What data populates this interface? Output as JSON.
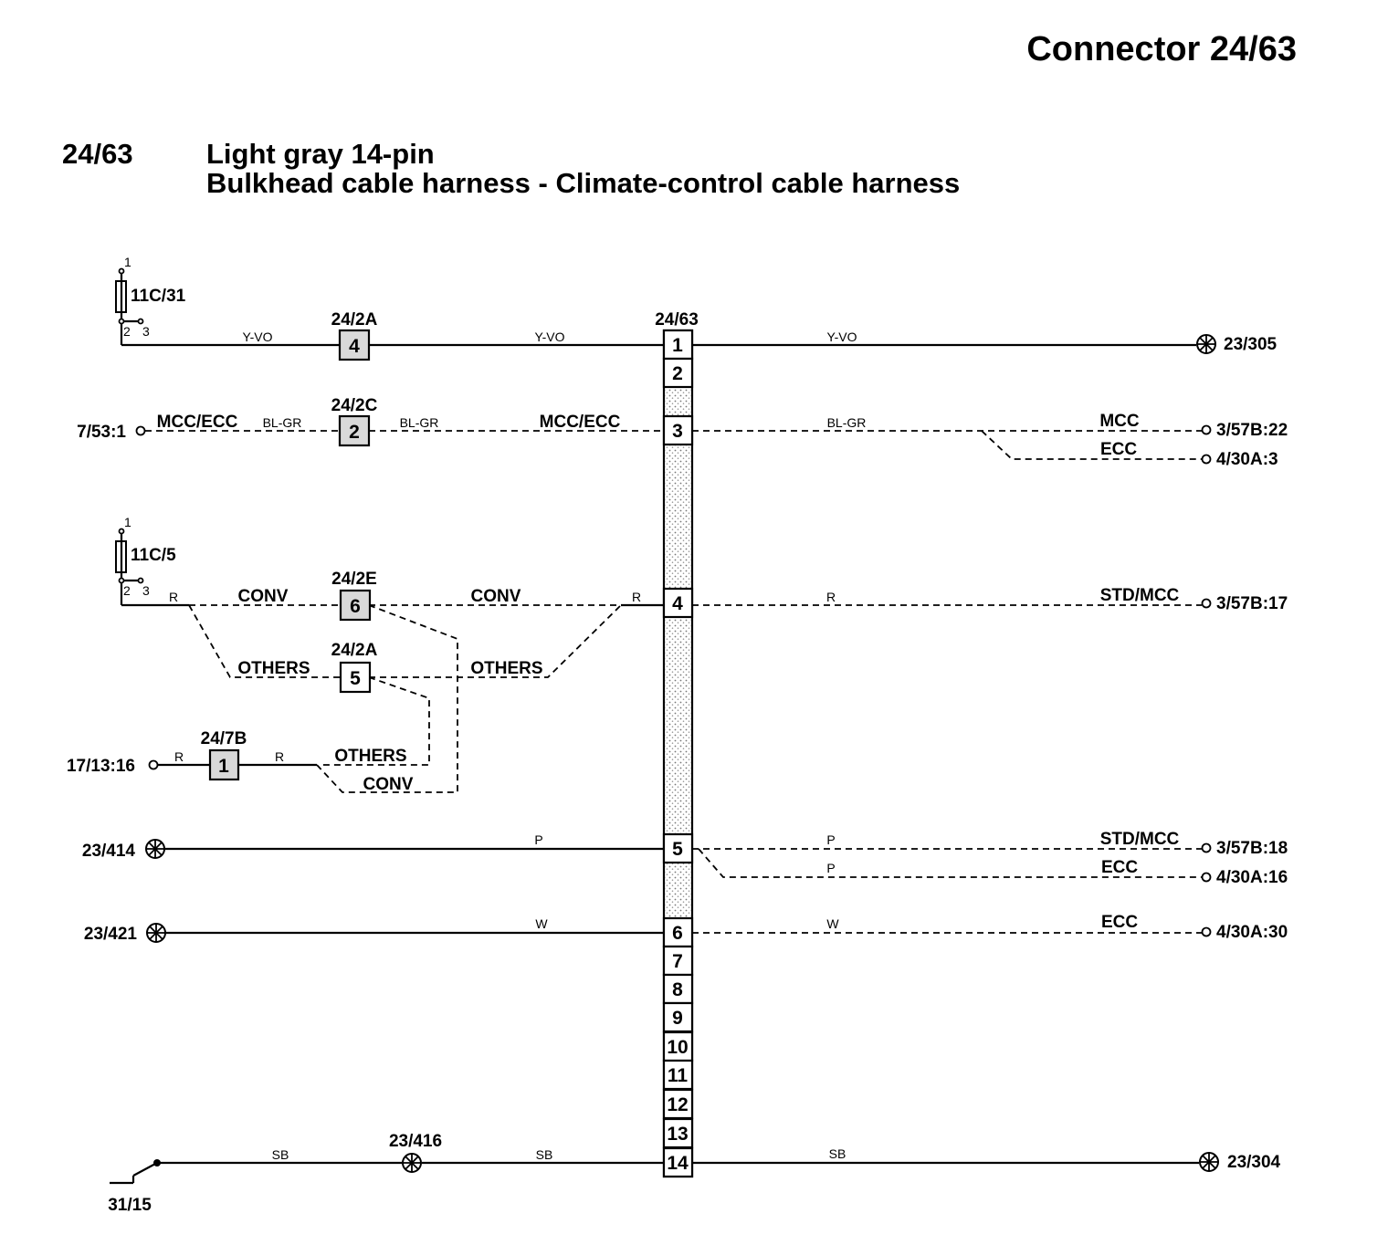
{
  "header": {
    "title": "Connector 24/63",
    "code": "24/63",
    "desc1": "Light gray 14-pin",
    "desc2": "Bulkhead cable harness - Climate-control cable harness"
  },
  "connector": {
    "label": "24/63",
    "pins": [
      "1",
      "2",
      "3",
      "4",
      "5",
      "6",
      "7",
      "8",
      "9",
      "10",
      "11",
      "12",
      "13",
      "14"
    ]
  },
  "fuses": {
    "f1": {
      "label": "11C/31",
      "p1": "1",
      "p2": "2",
      "p3": "3"
    },
    "f2": {
      "label": "11C/5",
      "p1": "1",
      "p2": "2",
      "p3": "3"
    }
  },
  "inline": {
    "c24_2A_top": {
      "label": "24/2A",
      "pin": "4"
    },
    "c24_2C": {
      "label": "24/2C",
      "pin": "2"
    },
    "c24_2E": {
      "label": "24/2E",
      "pin": "6"
    },
    "c24_2A_mid": {
      "label": "24/2A",
      "pin": "5"
    },
    "c24_7B": {
      "label": "24/7B",
      "pin": "1"
    }
  },
  "wire_labels": {
    "yvo": "Y-VO",
    "blgr": "BL-GR",
    "r": "R",
    "p": "P",
    "w": "W",
    "sb": "SB"
  },
  "variants": {
    "mcc_ecc": "MCC/ECC",
    "mcc": "MCC",
    "ecc": "ECC",
    "conv": "CONV",
    "others": "OTHERS",
    "std_mcc": "STD/MCC"
  },
  "endpoints": {
    "e23_305": "23/305",
    "e7_53_1": "7/53:1",
    "e3_57B_22": "3/57B:22",
    "e4_30A_3": "4/30A:3",
    "e3_57B_17": "3/57B:17",
    "e17_13_16": "17/13:16",
    "e23_414": "23/414",
    "e3_57B_18": "3/57B:18",
    "e4_30A_16": "4/30A:16",
    "e23_421": "23/421",
    "e4_30A_30": "4/30A:30",
    "e23_416": "23/416",
    "e23_304": "23/304",
    "e31_15": "31/15"
  }
}
